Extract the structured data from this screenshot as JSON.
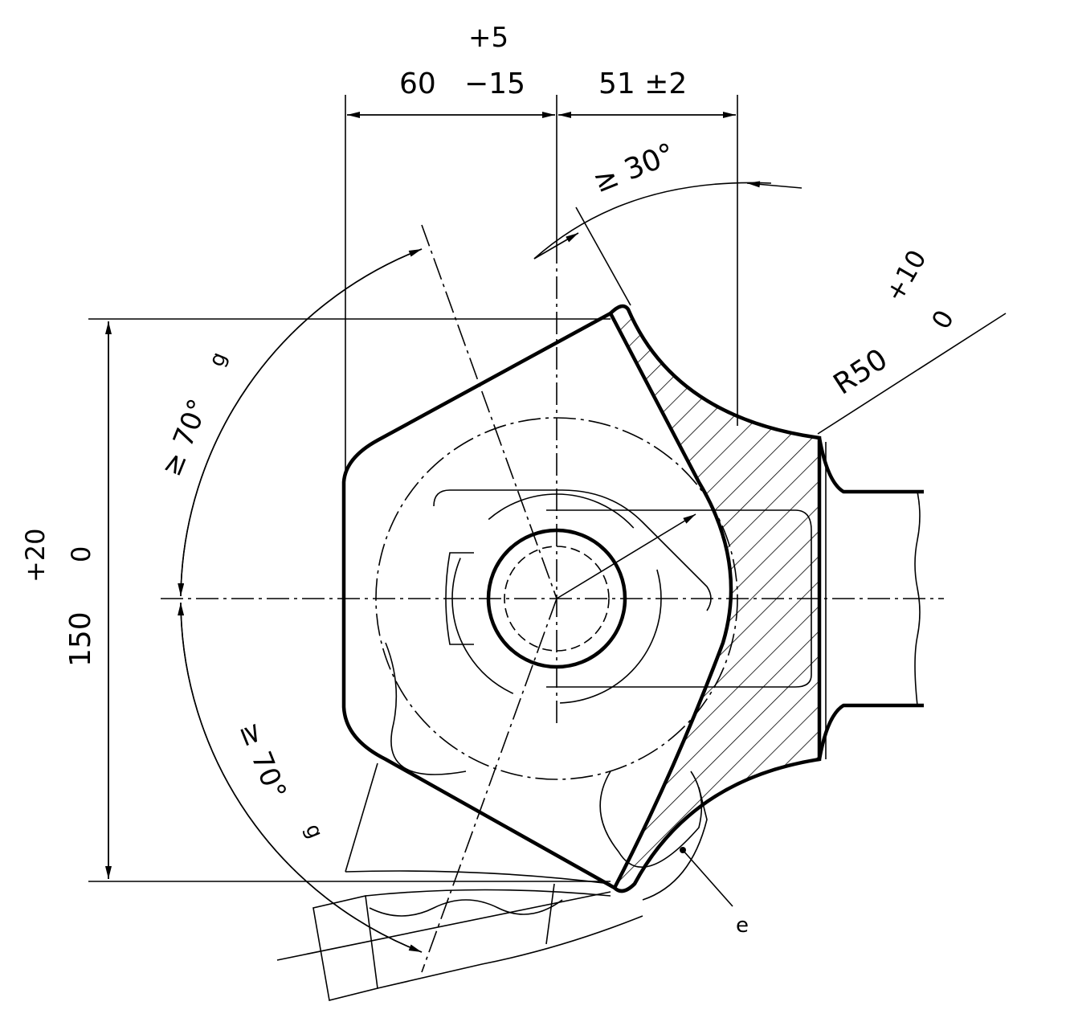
{
  "drawing": {
    "dim_top_left": {
      "value": "60",
      "upper": "+5",
      "lower": "−15"
    },
    "dim_top_right": {
      "value": "51 ±2"
    },
    "angle_top": "≥ 30°",
    "radius": {
      "value": "R50",
      "upper": "+10",
      "lower": "0"
    },
    "angle_upper_left": {
      "value": "≥ 70°",
      "suffix": "g"
    },
    "angle_lower_left": {
      "value": "≥ 70°",
      "suffix": "g"
    },
    "dim_height": {
      "value": "150",
      "upper": "+20",
      "lower": "0"
    },
    "label_e": "e"
  }
}
